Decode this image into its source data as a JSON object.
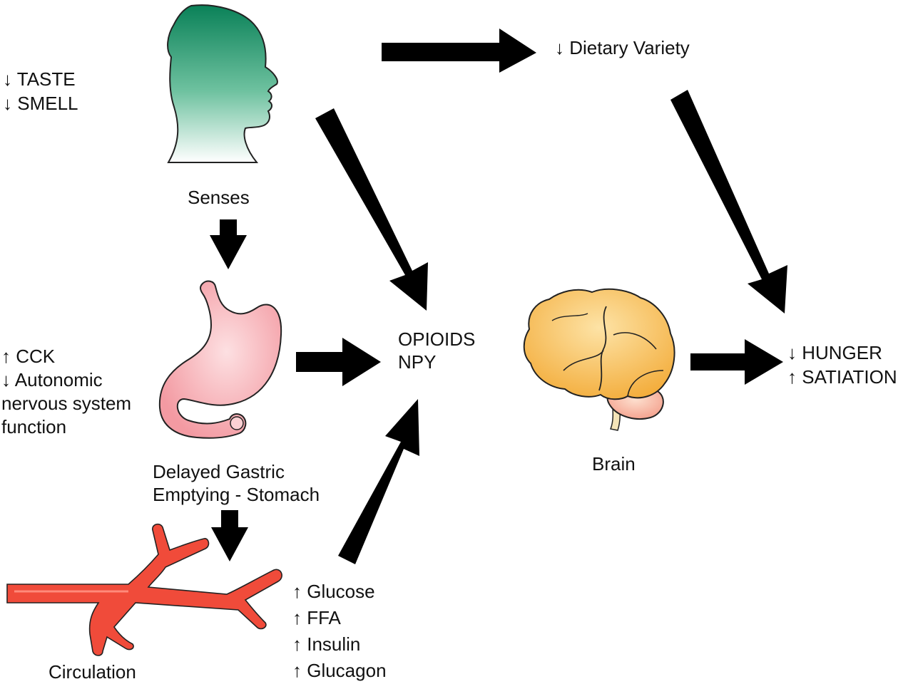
{
  "labels": {
    "taste": "↓ TASTE",
    "smell": "↓ SMELL",
    "senses": "Senses",
    "dietary_variety": "↓ Dietary Variety",
    "cck": "↑ CCK",
    "autonomic": "↓ Autonomic",
    "nervous_system": "nervous system",
    "function": "function",
    "opioids": "OPIOIDS",
    "npy": "NPY",
    "brain": "Brain",
    "hunger": "↓ HUNGER",
    "satiation": "↑ SATIATION",
    "delayed_gastric": "Delayed Gastric",
    "emptying": "Emptying - Stomach",
    "circulation": "Circulation",
    "glucose": "↑ Glucose",
    "ffa": "↑ FFA",
    "insulin": "↑ Insulin",
    "glucagon": "↑ Glucagon"
  },
  "colors": {
    "head_top": "#0e8a5e",
    "head_bottom": "#ffffff",
    "stomach": "#f6a8ad",
    "stomach_light": "#fde0e2",
    "brain": "#f7b84a",
    "brain_light": "#fde3a6",
    "cerebellum": "#f9b59a",
    "vessel": "#f04b3a",
    "vessel_light": "#ff8a7a",
    "arrow": "#000000"
  },
  "icons": [
    "head-silhouette-icon",
    "stomach-icon",
    "brain-icon",
    "blood-vessel-icon"
  ]
}
